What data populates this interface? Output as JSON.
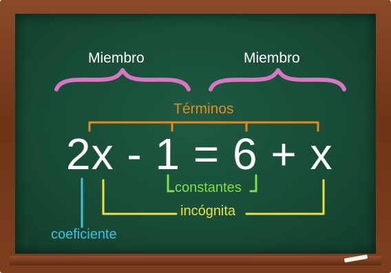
{
  "labels": {
    "miembro_left": "Miembro",
    "miembro_right": "Miembro",
    "terminos": "Términos",
    "equation": "2x - 1 = 6 + x",
    "constantes": "constantes",
    "incognita": "incógnita",
    "coeficiente": "coeficiente"
  },
  "colors": {
    "board": "#184c37",
    "frame": "#6e3417",
    "chalk_white": "#ffffff",
    "miembro_brace": "#d876c2",
    "terminos": "#e8891c",
    "constantes": "#7ee04a",
    "incognita": "#f0e03a",
    "coeficiente": "#3dc1dc"
  }
}
